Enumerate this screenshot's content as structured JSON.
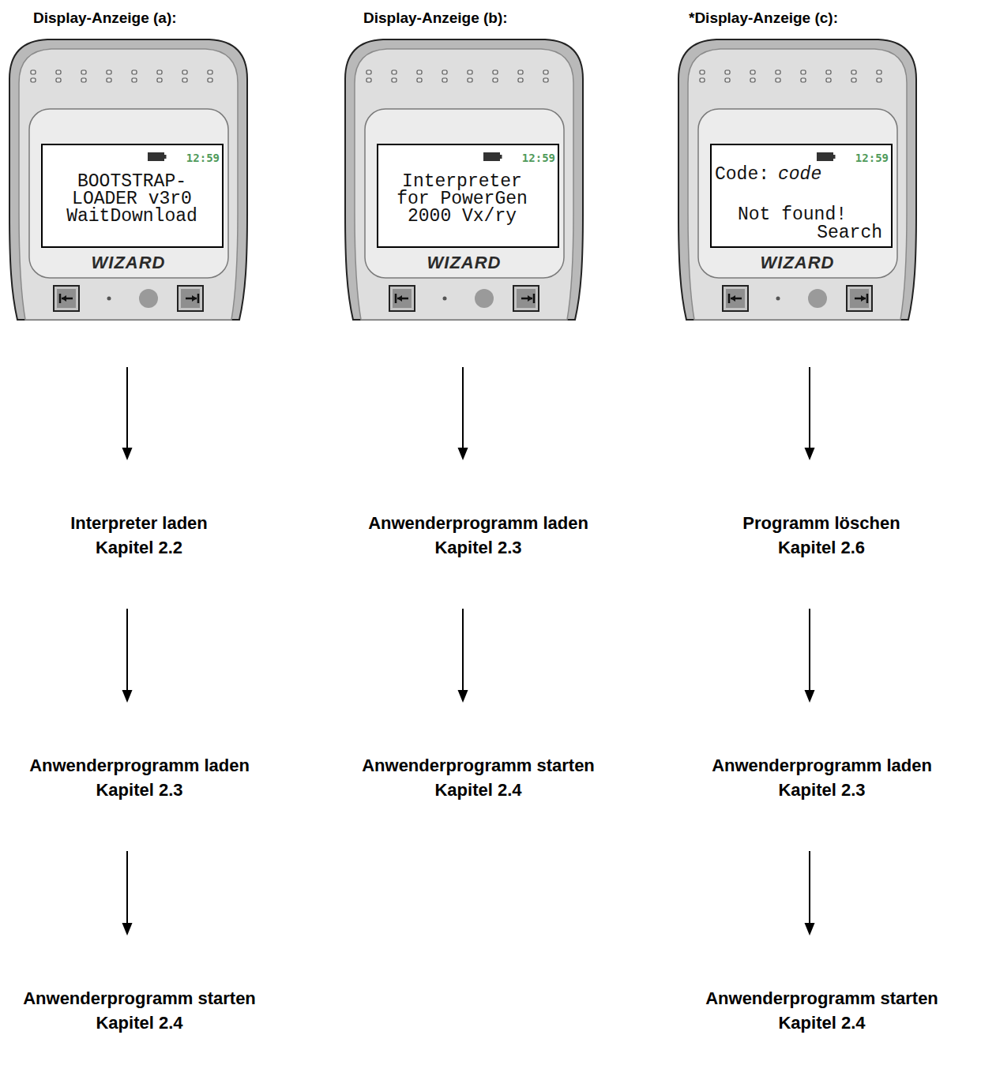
{
  "diagram": {
    "nodes": [
      {
        "text": [
          "Display-Anzeige (a):",
          "12:59",
          "BOOTSTRAP- LOADER v3r0 WaitDownload",
          "WIZARD"
        ]
      },
      {
        "text": [
          "Display-Anzeige (b):",
          "12:59",
          "Interpreter for PowerGen 2000 Vx/ry",
          "WIZARD"
        ]
      },
      {
        "text": [
          "*Display-Anzeige (c):",
          "12:59",
          "Code:",
          "code",
          "Not found!",
          "Search",
          "WIZARD"
        ]
      },
      {
        "text": [
          "Interpreter laden",
          "Kapitel 2.2"
        ]
      },
      {
        "text": [
          "Anwenderprogramm laden",
          "Kapitel 2.3"
        ]
      },
      {
        "text": [
          "Programm löschen",
          "Kapitel 2.6"
        ]
      },
      {
        "text": [
          "Anwenderprogramm laden",
          "Kapitel 2.3"
        ]
      },
      {
        "text": [
          "Anwenderprogramm starten",
          "Kapitel 2.4"
        ]
      },
      {
        "text": [
          "Anwenderprogramm laden",
          "Kapitel 2.3"
        ]
      },
      {
        "text": [
          "Anwenderprogramm starten",
          "Kapitel 2.4"
        ]
      },
      {
        "text": [
          "Anwenderprogramm starten",
          "Kapitel 2.4"
        ]
      }
    ],
    "edges": [
      {
        "from": 0,
        "to": 3,
        "arrow": "to"
      },
      {
        "from": 3,
        "to": 6,
        "arrow": "to"
      },
      {
        "from": 6,
        "to": 9,
        "arrow": "to"
      },
      {
        "from": 1,
        "to": 4,
        "arrow": "to"
      },
      {
        "from": 4,
        "to": 7,
        "arrow": "to"
      },
      {
        "from": 2,
        "to": 5,
        "arrow": "to"
      },
      {
        "from": 5,
        "to": 8,
        "arrow": "to"
      },
      {
        "from": 8,
        "to": 10,
        "arrow": "to"
      }
    ]
  }
}
